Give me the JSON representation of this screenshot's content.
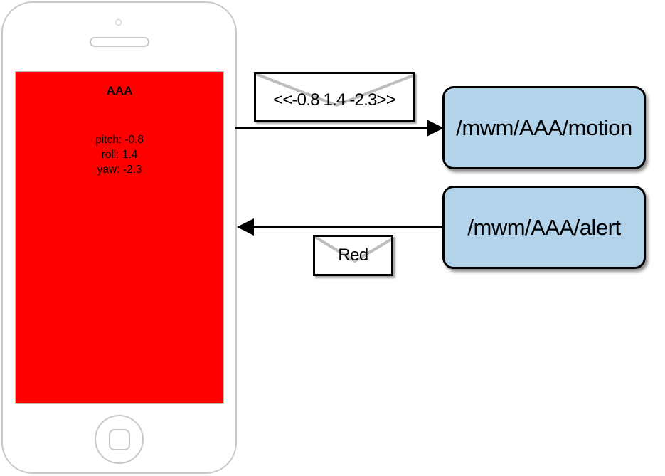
{
  "phone": {
    "screen_title": "AAA",
    "readouts": {
      "pitch": "pitch: -0.8",
      "roll": "roll: 1.4",
      "yaw": "yaw: -2.3"
    },
    "screen_color": "#ff0000"
  },
  "topics": {
    "motion": "/mwm/AAA/motion",
    "alert": "/mwm/AAA/alert",
    "box_color": "#b3d3ea"
  },
  "messages": {
    "motion_payload": "<<-0.8 1.4 -2.3>>",
    "alert_payload": "Red"
  }
}
